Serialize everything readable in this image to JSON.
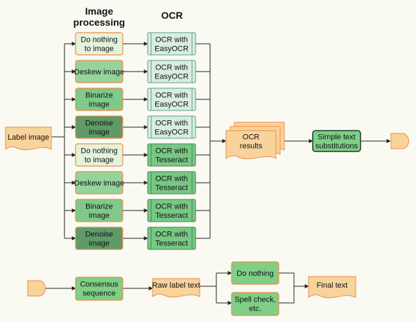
{
  "headers": {
    "image_processing": "Image processing",
    "ocr": "OCR"
  },
  "label_image": "Label image",
  "preprocess": [
    {
      "label": "Do nothing to image",
      "shade": "#e4f3dc",
      "dark": false
    },
    {
      "label": "Deskew image",
      "shade": "#94d49a",
      "dark": false
    },
    {
      "label": "Binarize image",
      "shade": "#7fc989",
      "dark": false
    },
    {
      "label": "Denoise image",
      "shade": "#5f9a68",
      "dark": false
    },
    {
      "label": "Do nothing to image",
      "shade": "#e4f3dc",
      "dark": false
    },
    {
      "label": "Deskew image",
      "shade": "#94d49a",
      "dark": false
    },
    {
      "label": "Binarize image",
      "shade": "#7fc989",
      "dark": false
    },
    {
      "label": "Denoise image",
      "shade": "#5f9a68",
      "dark": false
    }
  ],
  "ocr": [
    {
      "label": "OCR with EasyOCR",
      "engine": "easyocr"
    },
    {
      "label": "OCR with EasyOCR",
      "engine": "easyocr"
    },
    {
      "label": "OCR with EasyOCR",
      "engine": "easyocr"
    },
    {
      "label": "OCR with EasyOCR",
      "engine": "easyocr"
    },
    {
      "label": "OCR with Tesseract",
      "engine": "tesseract"
    },
    {
      "label": "OCR with Tesseract",
      "engine": "tesseract"
    },
    {
      "label": "OCR with Tesseract",
      "engine": "tesseract"
    },
    {
      "label": "OCR with Tesseract",
      "engine": "tesseract"
    }
  ],
  "ocr_results": "OCR results",
  "simple_text_substitutions": "Simple text substitutions",
  "consensus_sequence": "Consensus sequence",
  "raw_label_text": "Raw label text",
  "do_nothing": "Do nothing",
  "spell_check": "Spell check, etc.",
  "final_text": "Final text",
  "colors": {
    "doc_fill": "#f8d39b",
    "doc_stroke": "#ee8c4a",
    "proc_stroke": "#ee8c4a",
    "easyocr_fill": "#d9ede0",
    "easyocr_stroke": "#5a9f8a",
    "tesseract_fill": "#78c784",
    "tesseract_stroke": "#3f8a57",
    "green_box": "#7fcf87",
    "green_box_stroke": "#3f8a57"
  }
}
